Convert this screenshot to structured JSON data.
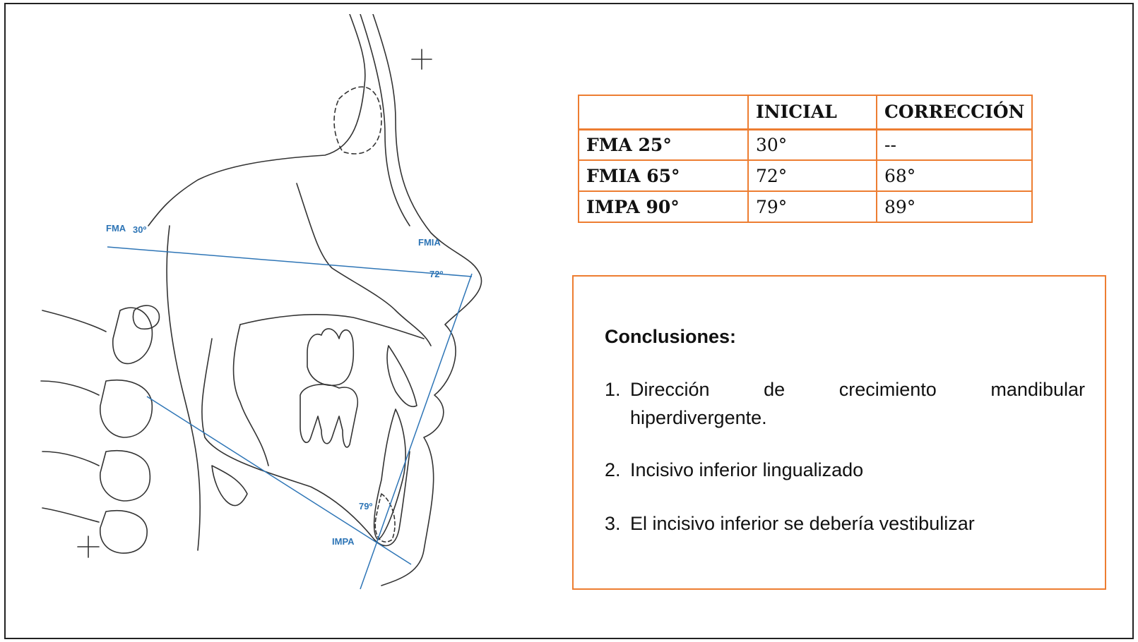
{
  "drawing": {
    "labels": {
      "fma": "FMA",
      "fma_value": "30º",
      "fmia": "FMIA",
      "fmia_value": "72º",
      "impa": "IMPA",
      "impa_value": "79º"
    },
    "line_color": "#2e75b6"
  },
  "table": {
    "headers": [
      "",
      "INICIAL",
      "CORRECCIÓN"
    ],
    "rows": [
      {
        "label": "FMA 25°",
        "inicial": "30°",
        "correccion": "--"
      },
      {
        "label": "FMIA 65°",
        "inicial": "72°",
        "correccion": "68°"
      },
      {
        "label": "IMPA 90°",
        "inicial": "79°",
        "correccion": "89°"
      }
    ],
    "border_color": "#ed7d31"
  },
  "conclusions": {
    "title": "Conclusiones:",
    "items": [
      {
        "num": "1.",
        "line1": "Dirección de crecimiento mandibular",
        "line2": "hiperdivergente."
      },
      {
        "num": "2.",
        "text": "Incisivo inferior lingualizado"
      },
      {
        "num": "3.",
        "text": "El incisivo inferior se debería vestibulizar"
      }
    ]
  }
}
